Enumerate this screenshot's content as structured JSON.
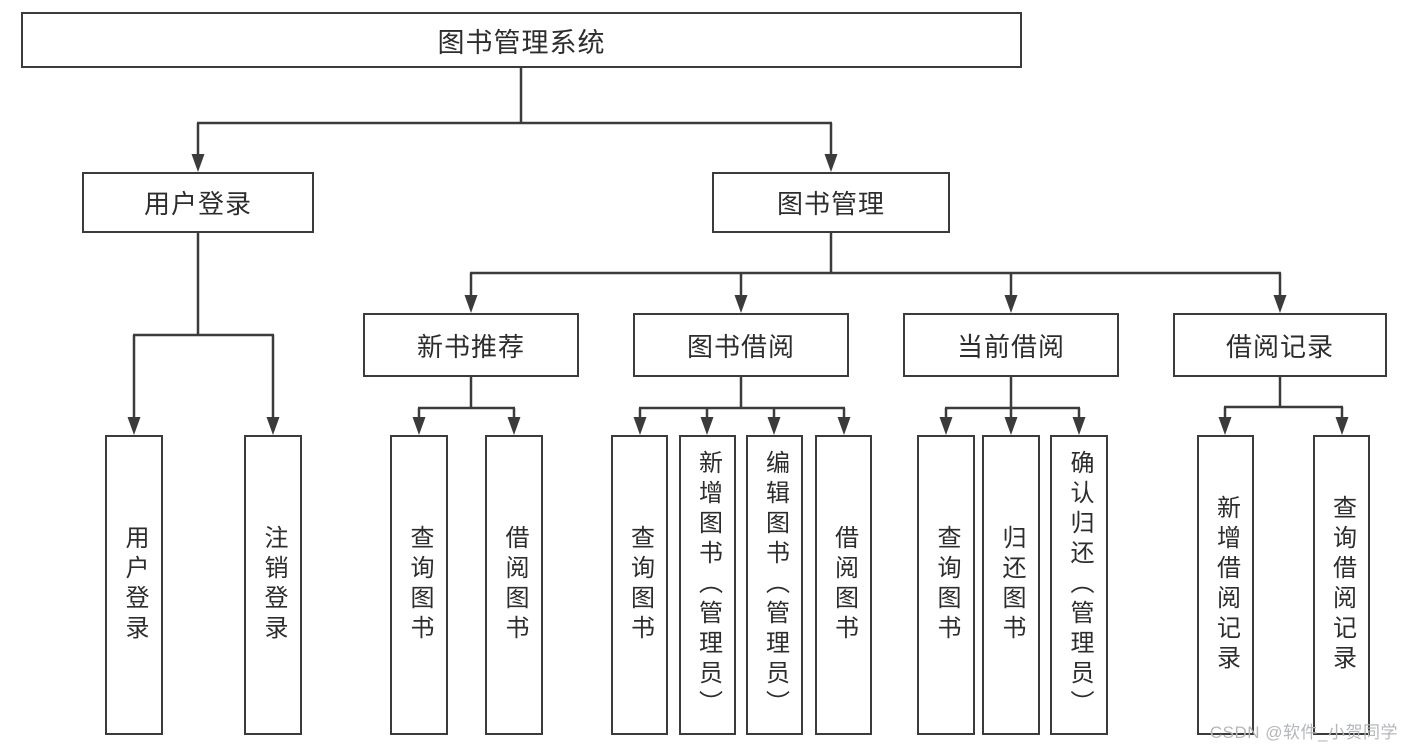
{
  "diagram_type": "hierarchy-tree",
  "root": {
    "label": "图书管理系统"
  },
  "level2": [
    {
      "id": "user-login",
      "label": "用户登录",
      "parent": "root"
    },
    {
      "id": "book-management",
      "label": "图书管理",
      "parent": "root"
    }
  ],
  "level3": [
    {
      "id": "new-book-recommend",
      "label": "新书推荐",
      "parent": "book-management"
    },
    {
      "id": "book-borrow",
      "label": "图书借阅",
      "parent": "book-management"
    },
    {
      "id": "current-borrow",
      "label": "当前借阅",
      "parent": "book-management"
    },
    {
      "id": "borrow-records",
      "label": "借阅记录",
      "parent": "book-management"
    }
  ],
  "leaves": [
    {
      "label": "用户登录",
      "parent": "user-login"
    },
    {
      "label": "注销登录",
      "parent": "user-login"
    },
    {
      "label": "查询图书",
      "parent": "new-book-recommend"
    },
    {
      "label": "借阅图书",
      "parent": "new-book-recommend"
    },
    {
      "label": "查询图书",
      "parent": "book-borrow"
    },
    {
      "label": "新增图书（管理员）",
      "parent": "book-borrow"
    },
    {
      "label": "编辑图书（管理员）",
      "parent": "book-borrow"
    },
    {
      "label": "借阅图书",
      "parent": "book-borrow"
    },
    {
      "label": "查询图书",
      "parent": "current-borrow"
    },
    {
      "label": "归还图书",
      "parent": "current-borrow"
    },
    {
      "label": "确认归还（管理员）",
      "parent": "current-borrow"
    },
    {
      "label": "新增借阅记录",
      "parent": "borrow-records"
    },
    {
      "label": "查询借阅记录",
      "parent": "borrow-records"
    }
  ],
  "watermark": {
    "text": "CSDN @软件_小贺同学"
  },
  "colors": {
    "line": "#3b3b3b",
    "box_border": "#3b3b3b",
    "box_background": "#ffffff",
    "text": "#2d2d2d",
    "watermark": "#b4b7ba"
  }
}
